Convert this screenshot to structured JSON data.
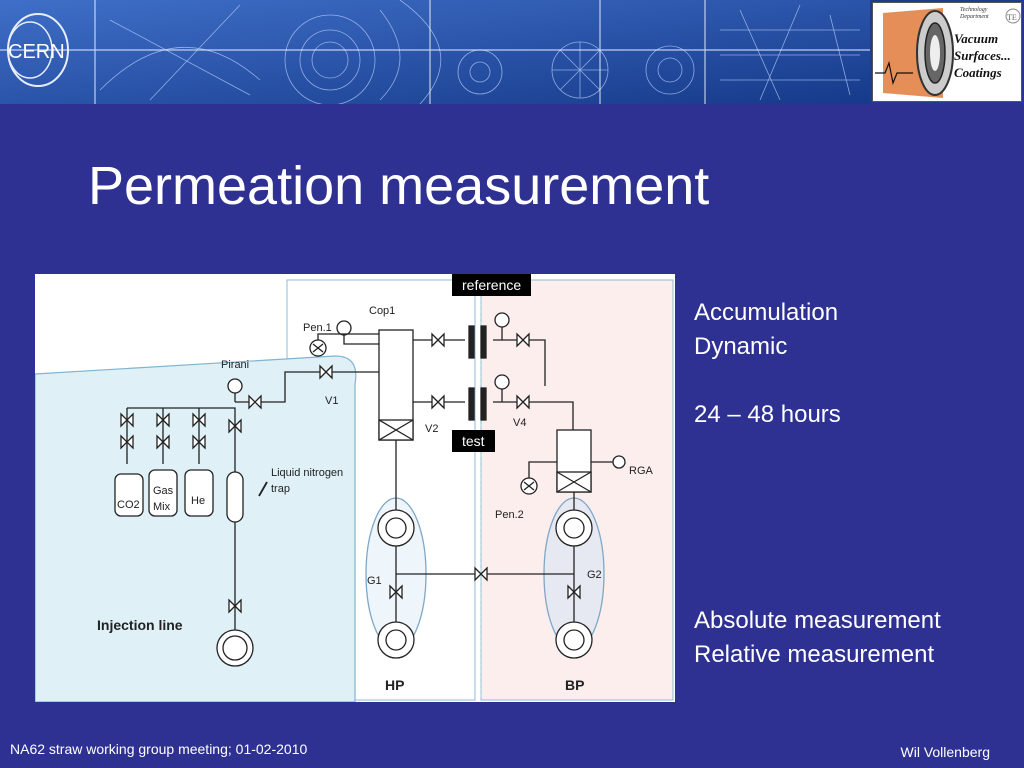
{
  "banner": {
    "logo_left": "CERN",
    "logo_right_dept": "Technology Department",
    "logo_right_badge": "TE",
    "logo_right_text": [
      "Vacuum",
      "Surfaces...",
      "Coatings"
    ]
  },
  "slide": {
    "title": "Permeation measurement"
  },
  "diagram": {
    "tag_reference": "reference",
    "tag_test": "test",
    "labels": {
      "pen1": "Pen.1",
      "cop1": "Cop1",
      "pirani": "Pirani",
      "v1": "V1",
      "v2": "V2",
      "v4": "V4",
      "co2": "CO2",
      "gas": "Gas",
      "mix": "Mix",
      "he": "He",
      "ln_line1": "Liquid nitrogen",
      "ln_line2": "trap",
      "injection": "Injection line",
      "rga": "RGA",
      "pen2": "Pen.2",
      "g1": "G1",
      "g2": "G2",
      "hp": "HP",
      "bp": "BP"
    }
  },
  "side": {
    "line1": "Accumulation",
    "line2": "Dynamic",
    "line3": "24 – 48 hours",
    "line4": "Absolute measurement",
    "line5": "Relative measurement"
  },
  "footer": {
    "left": "NA62 straw working group meeting;  01-02-2010",
    "right": "Wil Vollenberg"
  },
  "colors": {
    "background": "#2e3192",
    "injection_zone": "#dff0f7",
    "bp_zone": "#fdeeee"
  }
}
